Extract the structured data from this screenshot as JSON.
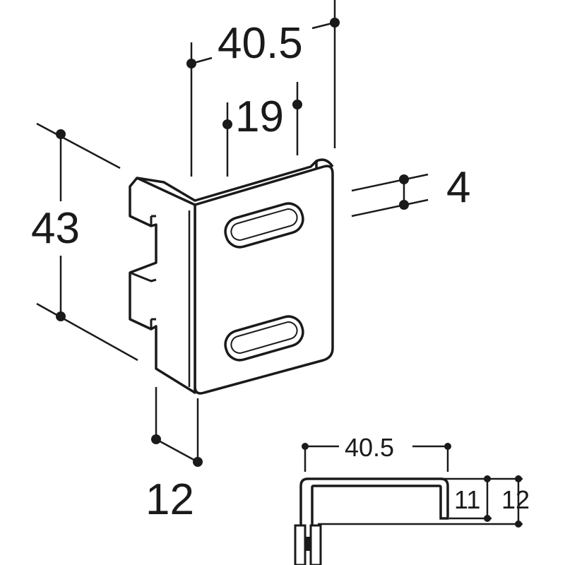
{
  "dimensions": {
    "width": "40.5",
    "slot_spacing": "19",
    "height": "43",
    "thickness": "4",
    "depth": "12",
    "section_width": "40.5",
    "section_inner_height": "11",
    "section_outer_height": "12"
  }
}
